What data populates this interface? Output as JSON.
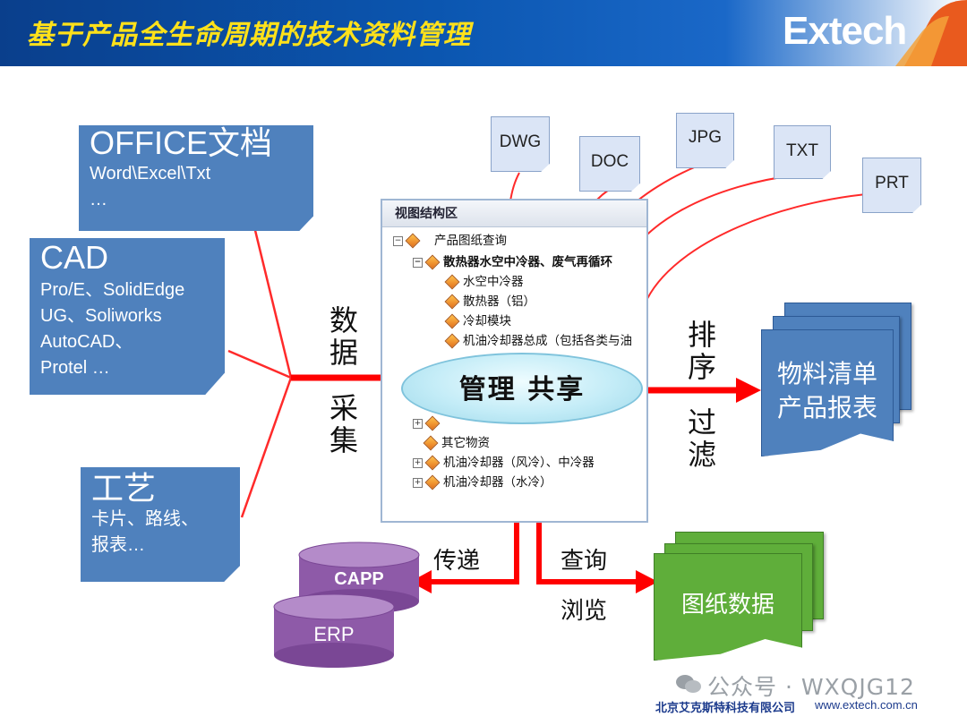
{
  "header": {
    "title": "基于产品全生命周期的技术资料管理",
    "logo": "Extech",
    "logo_color": "#ffffff",
    "title_color": "#ffe11a"
  },
  "sources": [
    {
      "title": "OFFICE文档",
      "lines": [
        "Word\\Excel\\Txt",
        "…"
      ]
    },
    {
      "title": "CAD",
      "lines": [
        "Pro/E、SolidEdge",
        "UG、Soliworks",
        "AutoCAD、",
        "Protel …"
      ]
    },
    {
      "title": "工艺",
      "lines": [
        "卡片、路线、",
        "报表…"
      ]
    }
  ],
  "file_tags": [
    "DWG",
    "DOC",
    "JPG",
    "TXT",
    "PRT"
  ],
  "tree": {
    "header": "视图结构区",
    "nodes": [
      "产品图纸查询",
      "散热器水空中冷器、废气再循环",
      "水空中冷器",
      "散热器（铝）",
      "冷却模块",
      "机油冷却器总成（包括各类与油",
      "其它物资",
      "机油冷却器（风冷）、中冷器",
      "机油冷却器（水冷）"
    ]
  },
  "center": {
    "text": "管理 共享"
  },
  "labels": {
    "collect": [
      "数",
      "据",
      "",
      "采",
      "集"
    ],
    "sort": [
      "排",
      "序",
      "",
      "过",
      "滤"
    ],
    "transfer": "传递",
    "query": "查询",
    "browse": "浏览"
  },
  "outputs": {
    "report": [
      "物料清单",
      "产品报表"
    ],
    "drawings": "图纸数据"
  },
  "cylinders": [
    "CAPP",
    "ERP"
  ],
  "footer": {
    "company": "北京艾克斯特科技有限公司",
    "url": "www.extech.com.cn",
    "watermark": "公众号 · WXQJG12"
  },
  "colors": {
    "arrow": "#ff0000",
    "box_blue": "#4f81bd",
    "green": "#5fae3a",
    "cylinder_purple": "#8e5aa8"
  }
}
